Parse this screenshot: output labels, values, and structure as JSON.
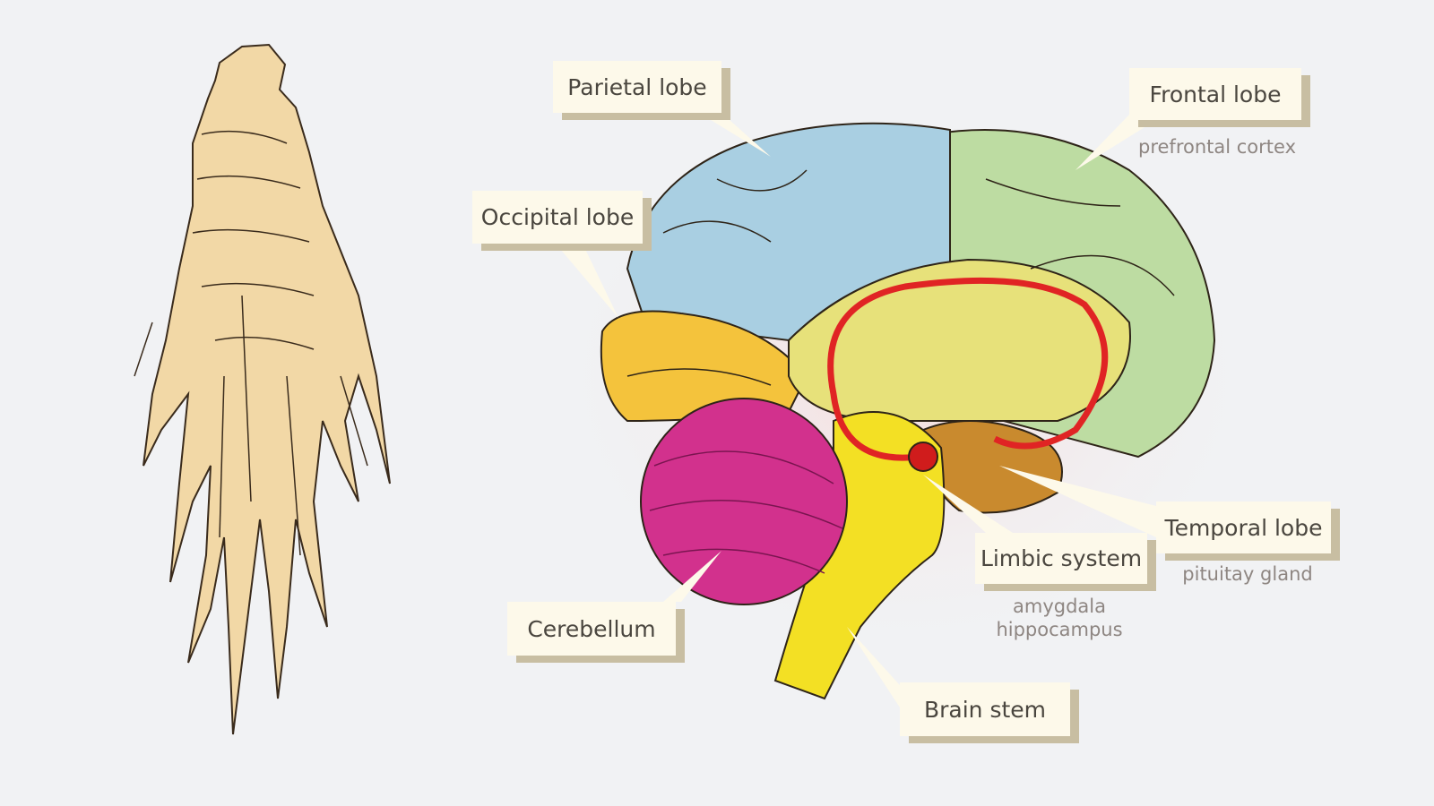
{
  "labels": {
    "parietal": "Parietal lobe",
    "frontal": "Frontal lobe",
    "frontal_sub": "prefrontal cortex",
    "occipital": "Occipital lobe",
    "cerebellum": "Cerebellum",
    "limbic": "Limbic system",
    "limbic_sub1": "amygdala",
    "limbic_sub2": "hippocampus",
    "temporal": "Temporal lobe",
    "temporal_sub": "pituitay gland",
    "brainstem": "Brain stem"
  },
  "colors": {
    "parietal": "#a9cfe2",
    "frontal": "#bddca2",
    "occipital": "#f4c33c",
    "temporal": "#c98a2e",
    "cerebellum": "#d2318d",
    "brainstem": "#f3e024",
    "limbic": "#e02424",
    "ginseng": "#f2d8a6"
  }
}
